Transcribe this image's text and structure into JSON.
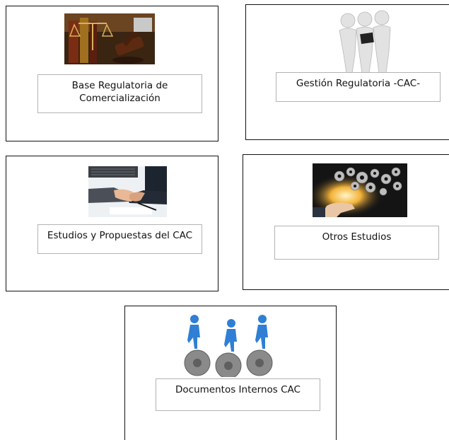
{
  "cards": [
    {
      "label": "Base Regulatoria de Comercialización",
      "image": "gavel-law-books-image"
    },
    {
      "label": "Gestión Regulatoria -CAC-",
      "image": "team-figures-image"
    },
    {
      "label": "Estudios y Propuestas del CAC",
      "image": "handshake-image"
    },
    {
      "label": "Otros Estudios",
      "image": "gears-hand-image"
    },
    {
      "label": "Documentos Internos CAC",
      "image": "figures-on-gears-image"
    }
  ]
}
